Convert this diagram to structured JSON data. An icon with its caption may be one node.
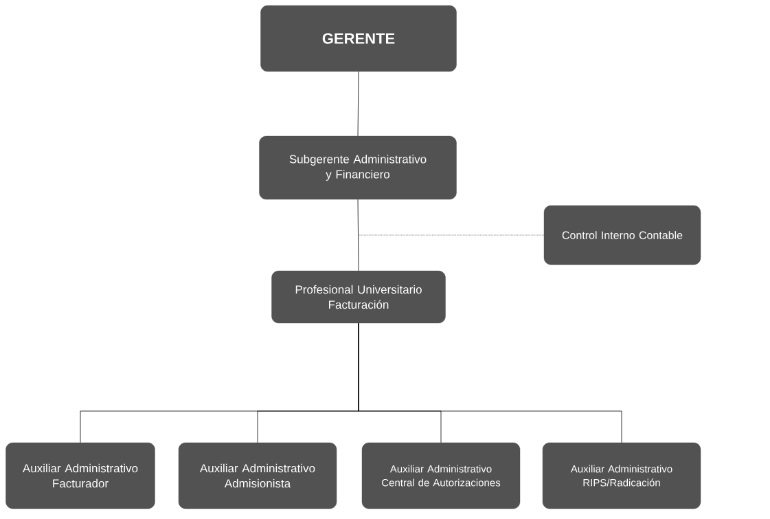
{
  "diagram": {
    "nodes": [
      {
        "text": [
          "GERENTE"
        ]
      },
      {
        "text": [
          "Subgerente Administrativo y Financiero"
        ]
      },
      {
        "text": [
          "Control Interno Contable"
        ]
      },
      {
        "text": [
          "Profesional Universitario Facturación"
        ]
      },
      {
        "text": [
          "Auxiliar Administrativo Facturador"
        ]
      },
      {
        "text": [
          "Auxiliar Administrativo Admisionista"
        ]
      },
      {
        "text": [
          "Auxiliar Administrativo Central de Autorizaciones"
        ]
      },
      {
        "text": [
          "Auxiliar Administrativo RIPS/Radicación"
        ]
      }
    ],
    "edges": [
      {
        "from": 0,
        "to": 1,
        "arrow": "none"
      },
      {
        "from": 1,
        "to": 3,
        "arrow": "none"
      },
      {
        "from": 1,
        "to": 2,
        "arrow": "none",
        "style": "dashed"
      },
      {
        "from": 3,
        "to": 4,
        "arrow": "none"
      },
      {
        "from": 3,
        "to": 5,
        "arrow": "none"
      },
      {
        "from": 3,
        "to": 6,
        "arrow": "none"
      },
      {
        "from": 3,
        "to": 7,
        "arrow": "none"
      }
    ]
  }
}
